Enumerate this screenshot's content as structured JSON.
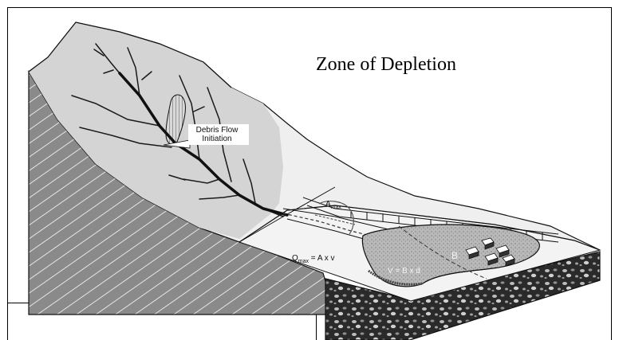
{
  "title": "Zone of Depletion",
  "labels": {
    "debris_flow_initiation_line1": "Debris Flow",
    "debris_flow_initiation_line2": "Initiation",
    "a_max_base": "A",
    "a_max_sub": "max",
    "q_max_base": "Q",
    "q_max_sub": "max",
    "q_max_formula": "= A x v",
    "volume_formula": "V = B x d",
    "b_label": "B"
  },
  "colors": {
    "basin_fill": "#d4d4d4",
    "slope_fill": "#efefef",
    "deposit_fill": "#b7b7b7",
    "cliff_fill": "#8a8a8a",
    "channel": "#1a1a1a"
  }
}
